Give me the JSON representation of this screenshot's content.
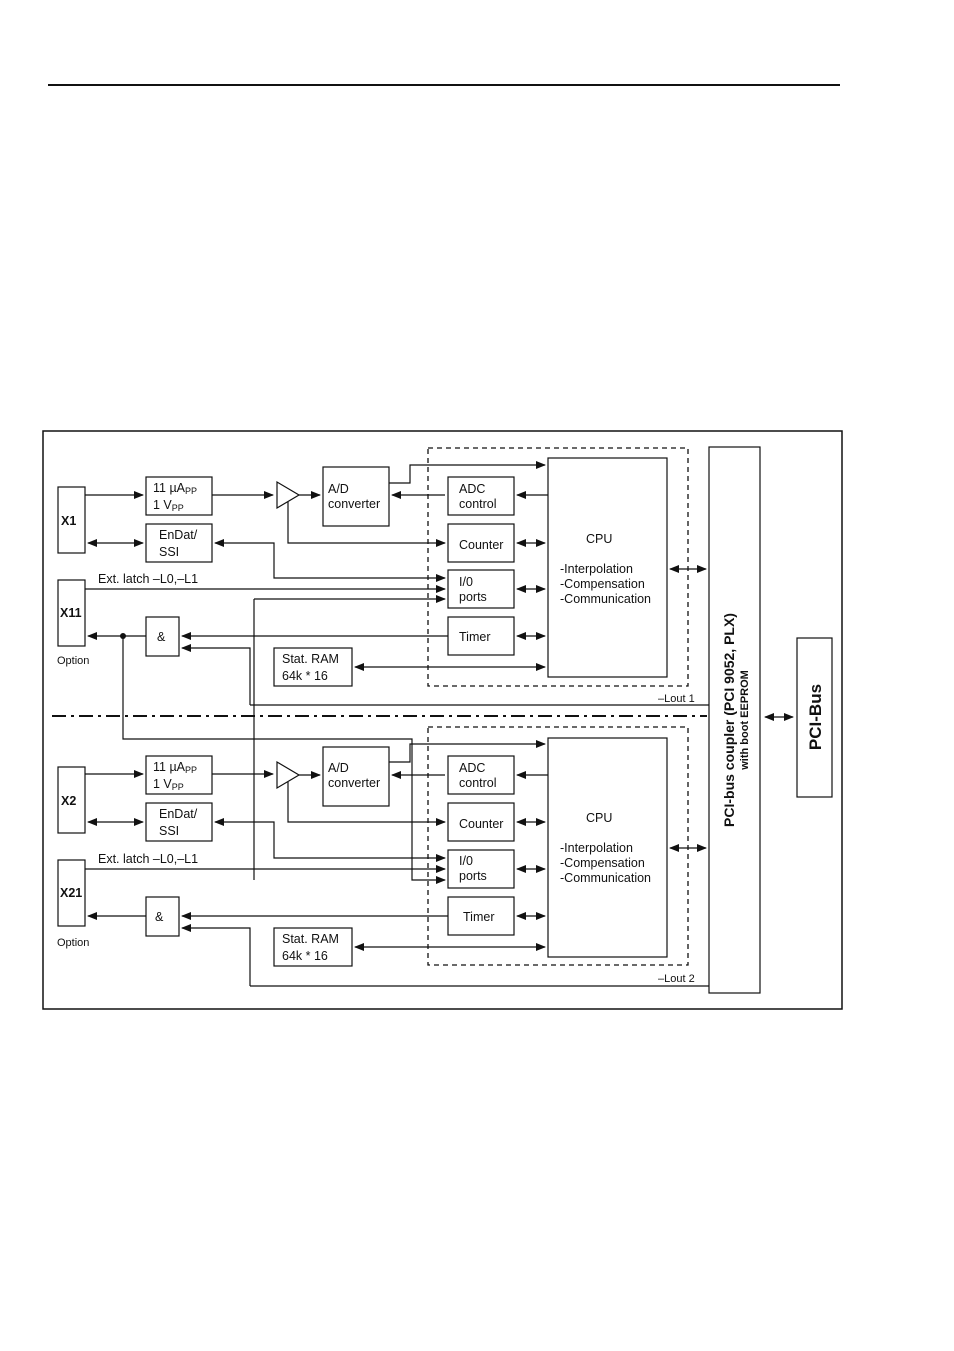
{
  "diagram": {
    "channels": [
      {
        "connector": "X1",
        "latch_connector": "X11",
        "latch_note": "Option",
        "signal_block": {
          "line1": "11 µA",
          "line1_sub": "PP",
          "line2": "1 V",
          "line2_sub": "PP"
        },
        "endat_block": {
          "line1": "EnDat/",
          "line2": "SSI"
        },
        "ext_latch": "Ext. latch –L0,–L1",
        "and_gate": "&",
        "ad": {
          "line1": "A/D",
          "line2": "converter"
        },
        "adc_control": {
          "line1": "ADC",
          "line2": "control"
        },
        "counter": "Counter",
        "io_ports": {
          "line1": "I/0",
          "line2": "ports"
        },
        "timer": "Timer",
        "ram": {
          "line1": "Stat. RAM",
          "line2": "64k * 16"
        },
        "cpu": {
          "title": "CPU",
          "f1": "-Interpolation",
          "f2": "-Compensation",
          "f3": "-Communication"
        },
        "lout": "–Lout 1"
      },
      {
        "connector": "X2",
        "latch_connector": "X21",
        "latch_note": "Option",
        "signal_block": {
          "line1": "11 µA",
          "line1_sub": "PP",
          "line2": "1 V",
          "line2_sub": "PP"
        },
        "endat_block": {
          "line1": "EnDat/",
          "line2": "SSI"
        },
        "ext_latch": "Ext. latch –L0,–L1",
        "and_gate": "&",
        "ad": {
          "line1": "A/D",
          "line2": "converter"
        },
        "adc_control": {
          "line1": "ADC",
          "line2": "control"
        },
        "counter": "Counter",
        "io_ports": {
          "line1": "I/0",
          "line2": "ports"
        },
        "timer": "Timer",
        "ram": {
          "line1": "Stat. RAM",
          "line2": "64k * 16"
        },
        "cpu": {
          "title": "CPU",
          "f1": "-Interpolation",
          "f2": "-Compensation",
          "f3": "-Communication"
        },
        "lout": "–Lout 2"
      }
    ],
    "coupler": {
      "title": "PCI-bus coupler (PCI 9052, PLX)",
      "subtitle": "with boot EEPROM"
    },
    "bus": "PCI-Bus"
  }
}
